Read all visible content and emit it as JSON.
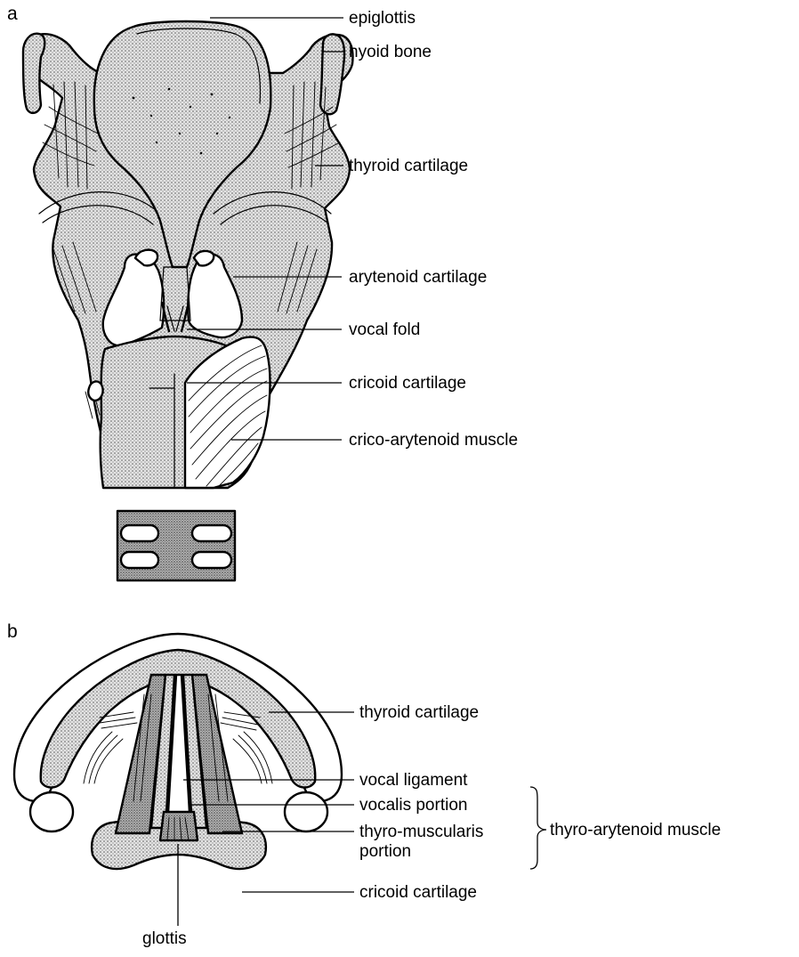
{
  "panel_a": {
    "letter": "a",
    "labels": {
      "epiglottis": "epiglottis",
      "hyoid_bone": "hyoid bone",
      "thyroid_cartilage": "thyroid cartilage",
      "arytenoid_cartilage": "arytenoid cartilage",
      "vocal_fold": "vocal fold",
      "cricoid_cartilage": "cricoid cartilage",
      "crico_arytenoid_muscle": "crico-arytenoid muscle"
    }
  },
  "panel_b": {
    "letter": "b",
    "labels": {
      "thyroid_cartilage": "thyroid cartilage",
      "vocal_ligament": "vocal ligament",
      "vocalis_portion": "vocalis portion",
      "thyro_muscularis_line1": "thyro-muscularis",
      "thyro_muscularis_line2": "portion",
      "thyro_arytenoid_muscle": "thyro-arytenoid muscle",
      "cricoid_cartilage": "cricoid cartilage",
      "glottis": "glottis"
    }
  },
  "colors": {
    "ink": "#000000",
    "paper": "#ffffff",
    "stipple_light": "#dcdcdc",
    "stipple_mid": "#c4c4c4",
    "stipple_dark": "#a8a8a8"
  }
}
